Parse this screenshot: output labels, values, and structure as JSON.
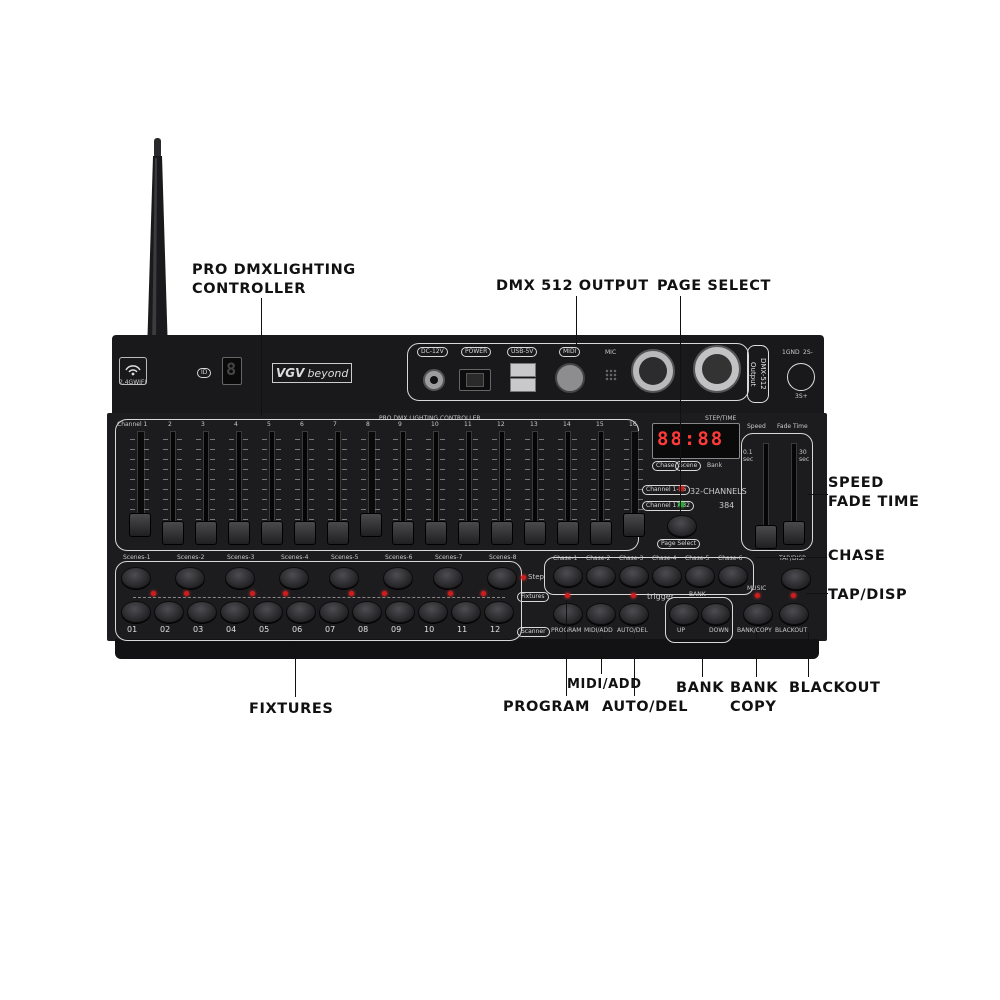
{
  "callouts": {
    "pro_controller": [
      "PRO DMXLIGHTING",
      "CONTROLLER"
    ],
    "dmx_output": "DMX 512 OUTPUT",
    "page_select": "PAGE SELECT",
    "speed": "SPEED",
    "fade_time": "FADE TIME",
    "chase": "CHASE",
    "tap_disp": "TAP/DISP",
    "fixtures": "FIXTURES",
    "midi_add": "MIDI/ADD",
    "program": "PROGRAM",
    "auto_del": "AUTO/DEL",
    "bank": "BANK",
    "bank_copy": [
      "BANK",
      "COPY"
    ],
    "blackout": "BLACKOUT"
  },
  "device": {
    "wifi_label": "2.4GWIFI",
    "id_label": "ID",
    "id_digit": "8",
    "brand": "beyond",
    "brand_mark": "VGV",
    "panel_title": "PRO DMX LIGHTING CONTROLLER",
    "ports": {
      "dc": "DC-12V",
      "power": "POWER",
      "usb": "USB-5V",
      "midi": "MIDI",
      "mic": "MIC",
      "dmx": "DMX-512",
      "output": "Output",
      "pin1": "1GND",
      "pin2": "2S-",
      "pin3": "3S+"
    },
    "channel_label": "Channel 1",
    "fader_numbers": [
      "1",
      "2",
      "3",
      "4",
      "5",
      "6",
      "7",
      "8",
      "9",
      "10",
      "11",
      "12",
      "13",
      "14",
      "15",
      "16"
    ],
    "display": {
      "step_time": "STEP/TIME",
      "digits": "88:88",
      "chase": "Chase",
      "scene": "Scene",
      "bank": "Bank",
      "ch_1_16": "Channel 1-16",
      "ch_17_32": "Channel 17-32",
      "channels_32": "32-CHANNELS",
      "total_384": "384",
      "page_select": "Page Select"
    },
    "speed_label": "Speed",
    "fade_label": "Fade Time",
    "speed_range": "0.1 sec",
    "fade_range": "30 sec",
    "scenes": [
      "Scenes-1",
      "Scenes-2",
      "Scenes-3",
      "Scenes-4",
      "Scenes-5",
      "Scenes-6",
      "Scenes-7",
      "Scenes-8"
    ],
    "chases": [
      "Chase-1",
      "Chase-2",
      "Chase-3",
      "Chase-4",
      "Chase-5",
      "Chase-6"
    ],
    "fixture_numbers": [
      "01",
      "02",
      "03",
      "04",
      "05",
      "06",
      "07",
      "08",
      "09",
      "10",
      "11",
      "12"
    ],
    "step": "Step",
    "fixtures": "Fixtures",
    "scanner": "Scanner",
    "trigger": "trigger",
    "music": "MUSIC",
    "bank_header": "BANK",
    "tap_disp": "TAP/DISP",
    "func_buttons": [
      "PROGRAM",
      "MIDI/ADD",
      "AUTO/DEL"
    ],
    "bank_buttons": [
      "UP",
      "DOWN"
    ],
    "bank_copy": "BANK/COPY",
    "blackout": "BLACKOUT"
  },
  "colors": {
    "panel": "#1d1d1f",
    "led": "#d11c1c",
    "display": "#ff3a3a",
    "callout_text": "#111111"
  }
}
